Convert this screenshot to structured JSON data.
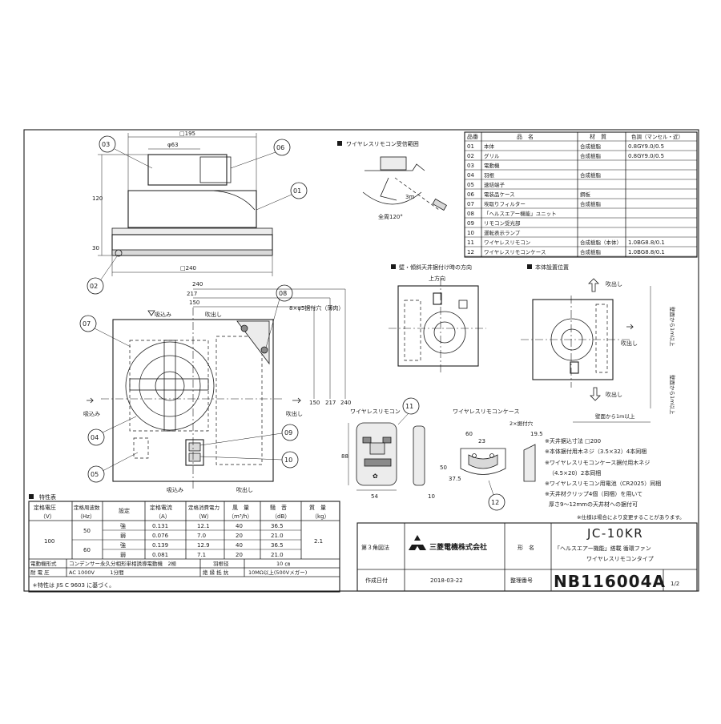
{
  "dims": {
    "top_width": "□195",
    "dia": "φ63",
    "h120": "120",
    "h30": "30",
    "w240": "□240",
    "d240": "240",
    "d217": "217",
    "d150": "150",
    "v150": "150",
    "v217": "217",
    "v240": "240",
    "hole": "8×φ5据付穴（薄肉）"
  },
  "callouts": [
    "03",
    "06",
    "01",
    "02",
    "07",
    "08",
    "04",
    "05",
    "09",
    "10",
    "11",
    "12"
  ],
  "flow_labels": {
    "intake": "吸込み",
    "exhaust": "吹出し"
  },
  "wireless_range": {
    "title": "ワイヤレスリモコン受信範囲",
    "distance": "3m",
    "angle": "全周120°"
  },
  "parts": {
    "headers": [
      "品番",
      "品　名",
      "材　質",
      "色調（マンセル・近）"
    ],
    "rows": [
      [
        "01",
        "本体",
        "合成樹脂",
        "0.8GY9.0/0.5"
      ],
      [
        "02",
        "グリル",
        "合成樹脂",
        "0.8GY9.0/0.5"
      ],
      [
        "03",
        "電動機",
        "",
        ""
      ],
      [
        "04",
        "羽根",
        "合成樹脂",
        ""
      ],
      [
        "05",
        "速結端子",
        "",
        ""
      ],
      [
        "06",
        "電装品ケース",
        "鋼板",
        ""
      ],
      [
        "07",
        "埃取りフィルター",
        "合成樹脂",
        ""
      ],
      [
        "08",
        "「ヘルスエアー機能」ユニット",
        "",
        ""
      ],
      [
        "09",
        "リモコン受光部",
        "",
        ""
      ],
      [
        "10",
        "運転表示ランプ",
        "",
        ""
      ],
      [
        "11",
        "ワイヤレスリモコン",
        "合成樹脂（本体）",
        "1.0BG8.8/0.1"
      ],
      [
        "12",
        "ワイヤレスリモコンケース",
        "合成樹脂",
        "1.0BG8.8/0.1"
      ]
    ]
  },
  "views": {
    "wall_title": "壁・傾斜天井据付け時の方向",
    "up_dir": "上方向",
    "body_title": "本体設置位置",
    "wall_side_1": "壁面から1m以上",
    "wall_side_2": "壁面から1m以上",
    "wall_side_3": "壁面から1m以上"
  },
  "remote": {
    "title": "ワイヤレスリモコン",
    "case_title": "ワイヤレスリモコンケース",
    "w54": "54",
    "h88": "88",
    "d10": "10",
    "c60": "60",
    "c23": "23",
    "c50": "50",
    "c37": "37.5",
    "c195": "19.5",
    "holes": "2×据付穴"
  },
  "notes": [
    "※天井据込寸法 □200",
    "※本体据付用木ネジ（3.5×32）4本同梱",
    "※ワイヤレスリモコンケース据付用木ネジ",
    "（4.5×20）2本同梱",
    "※ワイヤレスリモコン用電池（CR2025）同梱",
    "※天井材クリップ4個（同梱）を用いて",
    "厚さ9～12mmの天井材への据付可",
    "※仕様は場合により変更することがあります。"
  ],
  "spec": {
    "title": "特性表",
    "headers": [
      "定格電圧",
      "定格周波数",
      "設定",
      "定格電流",
      "定格消費電力",
      "風　量",
      "騒　音",
      "質　量"
    ],
    "units": [
      "（V）",
      "（Hz）",
      "",
      "（A）",
      "（W）",
      "（m³/h）",
      "（dB）",
      "（kg）"
    ],
    "voltage": "100",
    "mass": "2.1",
    "rows": [
      [
        "50",
        "強",
        "0.131",
        "12.1",
        "40",
        "36.5"
      ],
      [
        "",
        "弱",
        "0.076",
        "7.0",
        "20",
        "21.0"
      ],
      [
        "60",
        "強",
        "0.139",
        "12.9",
        "40",
        "36.5"
      ],
      [
        "",
        "弱",
        "0.081",
        "7.1",
        "20",
        "21.0"
      ]
    ],
    "motor_label": "電動機形式",
    "motor_value": "コンデンサー永久分相形単相誘導電動機　2極",
    "blade_label": "羽根径",
    "blade_value": "10 ㎝",
    "voltage_label": "耐 電 圧",
    "voltage_value": "AC 1000V　　　1分間",
    "insulation_label": "絶 縁 抵 抗",
    "insulation_value": "10MΩ以上(500Vメガー)",
    "standard": "＊特性は JIS C 9603 に基づく。"
  },
  "titleblock": {
    "projection": "第３角図法",
    "company": "三菱電機株式会社",
    "form_label": "形　名",
    "model": "JC-10KR",
    "desc1": "「ヘルスエアー機能」搭載 循環ファン",
    "desc2": "ワイヤレスリモコンタイプ",
    "date_label": "作成日付",
    "date": "2018-03-22",
    "number_label": "整理番号",
    "number": "NB116004A",
    "page": "1/2"
  },
  "colors": {
    "ink": "#1a1a1a",
    "fill": "#d9d9d9",
    "dark": "#8a8a8a"
  }
}
